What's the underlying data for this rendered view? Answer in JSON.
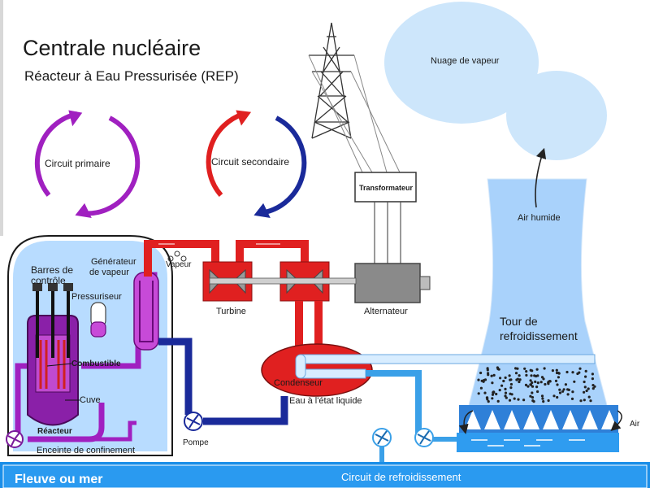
{
  "header": {
    "title": "Centrale nucléaire",
    "subtitle": "Réacteur à Eau Pressurisée (REP)"
  },
  "cycles": {
    "primary": "Circuit primaire",
    "secondary": "Circuit secondaire"
  },
  "labels": {
    "vapor_cloud": "Nuage de vapeur",
    "transformer": "Transformateur",
    "humid_air": "Air humide",
    "control_rods_1": "Barres de",
    "control_rods_2": "contrôle",
    "steam_gen_1": "Générateur",
    "steam_gen_2": "de vapeur",
    "steam": "Vapeur",
    "pressurizer": "Pressuriseur",
    "turbine": "Turbine",
    "alternator": "Alternateur",
    "cooling_tower_1": "Tour de",
    "cooling_tower_2": "refroidissement",
    "fuel": "Combustible",
    "vessel": "Cuve",
    "reactor": "Réacteur",
    "containment": "Enceinte de confinement",
    "condenser": "Condenseur",
    "liquid_water": "Eau à l'état liquide",
    "pump": "Pompe",
    "air": "Air",
    "river": "Fleuve ou mer",
    "cooling_circuit": "Circuit de refroidissement"
  },
  "colors": {
    "primary_circuit": "#a020c0",
    "steam_red": "#e02020",
    "feed_blue": "#1a2a9a",
    "cooling_blue": "#3aa0e8",
    "water_light": "#b8dcff",
    "river_blue": "#1a8ee8"
  }
}
